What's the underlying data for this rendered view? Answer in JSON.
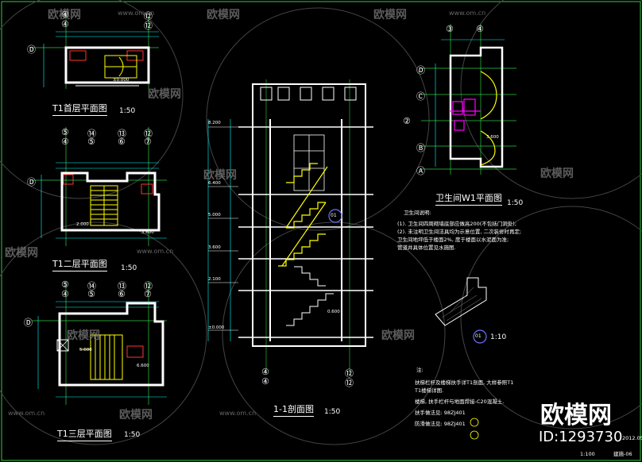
{
  "colors": {
    "background": "#000000",
    "axis_line": "#2ecc40",
    "wall": "#ffffff",
    "stair": "#ffff00",
    "fixture": "#ff00ff",
    "dimension": "#00ffff",
    "slab": "#ff3333",
    "annotation": "#7070ff"
  },
  "watermark": {
    "brand": "欧模网",
    "url": "www.om.cn"
  },
  "plans": {
    "first_floor": {
      "title": "T1首层平面图",
      "scale": "1:50",
      "top_axes": [
        "④",
        "⑫"
      ],
      "side_axis": "Ⓓ",
      "dims": [
        "±0.000"
      ]
    },
    "second_floor": {
      "title": "T1二层平面图",
      "scale": "1:50",
      "top_axes_row1": [
        "⑤",
        "⑭",
        "⑬",
        "⑫"
      ],
      "top_axes_row2": [
        "④",
        "⑤",
        "⑥",
        "⑦"
      ],
      "side_axis": "Ⓓ",
      "dims": [
        "2.000",
        "3.600"
      ]
    },
    "third_floor": {
      "title": "T1三层平面图",
      "scale": "1:50",
      "top_axes_row1": [
        "⑤",
        "⑭",
        "⑬",
        "⑫"
      ],
      "top_axes_row2": [
        "④",
        "⑤",
        "⑥",
        "⑦"
      ],
      "side_axis": "Ⓓ",
      "dims": [
        "5.600",
        "6.600"
      ]
    },
    "section": {
      "title": "1-1剖面图",
      "scale": "1:50",
      "bottom_axes": [
        "④",
        "⑫"
      ],
      "levels": [
        "8.200",
        "6.400",
        "5.000",
        "3.600",
        "2.100",
        "±0.000"
      ],
      "mark": "01",
      "detail_label": "0.600"
    },
    "bathroom": {
      "title": "卫生间W1平面图",
      "scale": "1:50",
      "top_axes": [
        "③",
        "④"
      ],
      "side_axes": [
        "Ⓓ",
        "Ⓒ",
        "②",
        "Ⓑ",
        "Ⓐ"
      ],
      "dims": [
        "3.600"
      ]
    },
    "detail": {
      "mark": "01",
      "scale": "1:10"
    }
  },
  "notes_bathroom": {
    "heading": "卫生间说明:",
    "lines": [
      "(1). 卫生间四周砌墙底部应做高200(不包括门洞处);",
      "(2). 未注明卫生间洁具均为示意位置, 二次装修时再定;",
      "      卫生间地坪低于楼面2%, 度于楼面以水泥面为准;",
      "      管道井具体位置见水施图."
    ]
  },
  "notes_main": {
    "heading": "注:",
    "lines": [
      "扶梯栏杆及楼梯扶手详T1剖面, 大样参照T1",
      "T1楼梯详图.",
      "楼梯, 扶手栏杆与地面焊接-C20混凝土.",
      "扶手做法见: 98ZJ401",
      "防滑做法见: 98ZJ401"
    ]
  },
  "title_block": {
    "date": "2012.05",
    "scale": "1:100",
    "drawing_no": "建施-06"
  },
  "brand_block": {
    "name": "欧模网",
    "id": "ID:1293730"
  }
}
